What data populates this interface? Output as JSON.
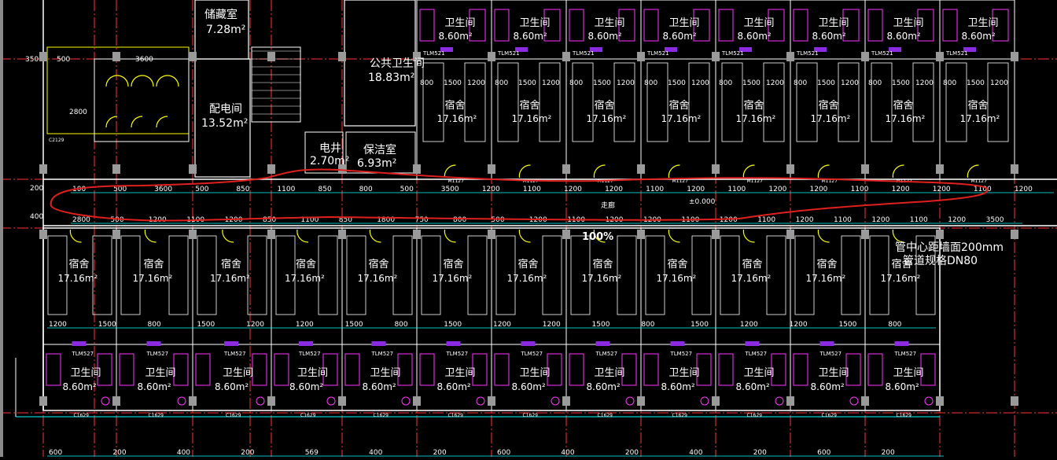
{
  "drawing": {
    "zoom_label": "100%",
    "colors": {
      "background": "#000000",
      "wall": "#ffffff",
      "axis": "#ff3333",
      "dimension": "#00ffff",
      "door": "#ffff00",
      "fixture": "#ff33ff",
      "highlight": "#e0201c",
      "column": "#9a9a9a",
      "window": "#8a2be2"
    }
  },
  "rooms": {
    "storage": {
      "name": "储藏室",
      "area": "7.28m²"
    },
    "distribution": {
      "name": "配电间",
      "area": "13.52m²"
    },
    "public_toilet": {
      "name": "公共卫生间",
      "area": "18.83m²"
    },
    "elec_shaft": {
      "name": "电井",
      "area": "2.70m²"
    },
    "cleaning": {
      "name": "保洁室",
      "area": "6.93m²"
    },
    "toilet": {
      "name": "卫生间",
      "area": "8.60m²"
    },
    "dorm": {
      "name": "宿舍",
      "area": "17.16m²"
    },
    "corridor": "走廊",
    "elevation": "±0.000",
    "pipe_note1": "管中心距墙面200mm",
    "pipe_note2": "管道规格DN80"
  },
  "dims": {
    "top_row": [
      "100",
      "500",
      "3600",
      "500",
      "850",
      "1100",
      "850",
      "800",
      "500",
      "3500",
      "1200",
      "1100",
      "1200",
      "1200",
      "1100",
      "1200",
      "1100",
      "1200",
      "1200",
      "1100",
      "1200",
      "1200",
      "1100",
      "1200"
    ],
    "mid_row": [
      "2800",
      "500",
      "1200",
      "1100",
      "1200",
      "850",
      "1100",
      "850",
      "1800",
      "750",
      "800",
      "500",
      "1200",
      "1100",
      "1200",
      "1200",
      "1100",
      "1200",
      "1100",
      "1200",
      "1100",
      "1200",
      "1100",
      "1200",
      "3500"
    ],
    "dorm_row": [
      "800",
      "1500",
      "1200",
      "1200",
      "1500",
      "800",
      "1500",
      "1200",
      "1200",
      "1500",
      "800"
    ],
    "bottom_row": [
      "1200",
      "1500",
      "800",
      "1500",
      "1200",
      "1200",
      "1500",
      "800",
      "1500",
      "1200",
      "1200",
      "1500",
      "800",
      "1500",
      "1200",
      "1200",
      "1500",
      "800"
    ],
    "bottom_labels": [
      "600",
      "200",
      "400",
      "200",
      "569",
      "400",
      "200",
      "600",
      "400",
      "200",
      "400",
      "200",
      "600",
      "200"
    ],
    "left": [
      "350",
      "500",
      "3600",
      "2800",
      "200",
      "400"
    ]
  },
  "tags": {
    "upper_bath": "TLM521",
    "lower_bath": "TLM527",
    "door": "M1127",
    "window": "C1629"
  }
}
